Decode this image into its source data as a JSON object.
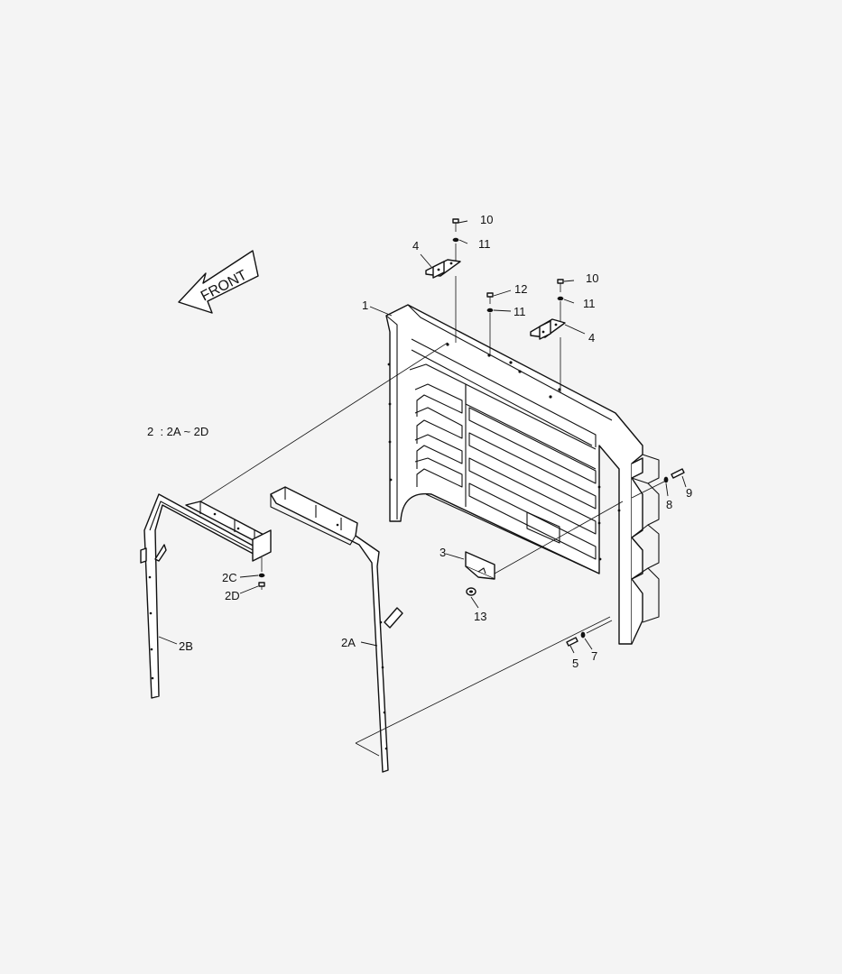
{
  "labels": {
    "p1": "1",
    "p2_note": "2  : 2A ~ 2D",
    "p2a": "2A",
    "p2b": "2B",
    "p2c": "2C",
    "p2d": "2D",
    "p3": "3",
    "p4_left": "4",
    "p4_right": "4",
    "p5": "5",
    "p7": "7",
    "p8": "8",
    "p9": "9",
    "p10_left": "10",
    "p10_right": "10",
    "p11_left": "11",
    "p11_mid": "11",
    "p11_right": "11",
    "p12": "12",
    "p13": "13"
  },
  "front_arrow": {
    "text": "FRONT",
    "icon": "front-direction-arrow-icon"
  },
  "colors": {
    "background": "#f4f4f4",
    "line": "#111111",
    "part_fill": "#ffffff"
  }
}
